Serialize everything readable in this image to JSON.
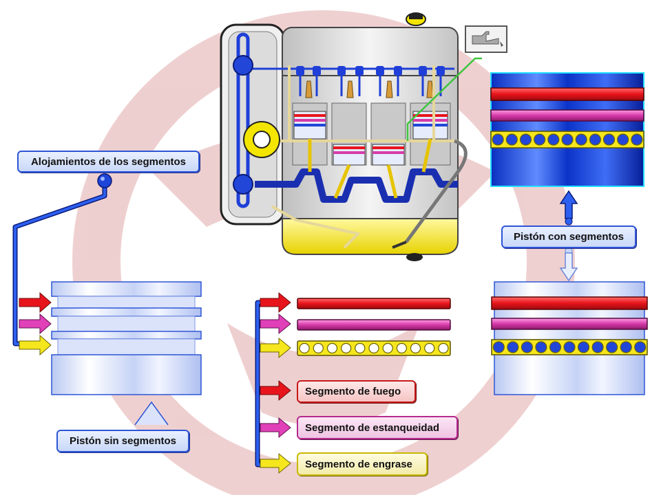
{
  "labels": {
    "grooves": "Alojamientos de los segmentos",
    "piston_without": "Pistón sin segmentos",
    "piston_with": "Pistón con segmentos",
    "ring_fire": "Segmento de fuego",
    "ring_seal": "Segmento de estanqueidad",
    "ring_oil": "Segmento de engrase"
  },
  "colors": {
    "ring_fire": "#e8141c",
    "ring_seal": "#e040b8",
    "ring_oil": "#f5e61e",
    "leader": "#2246d8",
    "piston": "#c9d6f7",
    "watermark": "#e8c9c9"
  },
  "icons": {
    "engine": "engine-cutaway",
    "oil_can": "oil-can-icon",
    "arrow": "arrow-right-icon"
  }
}
